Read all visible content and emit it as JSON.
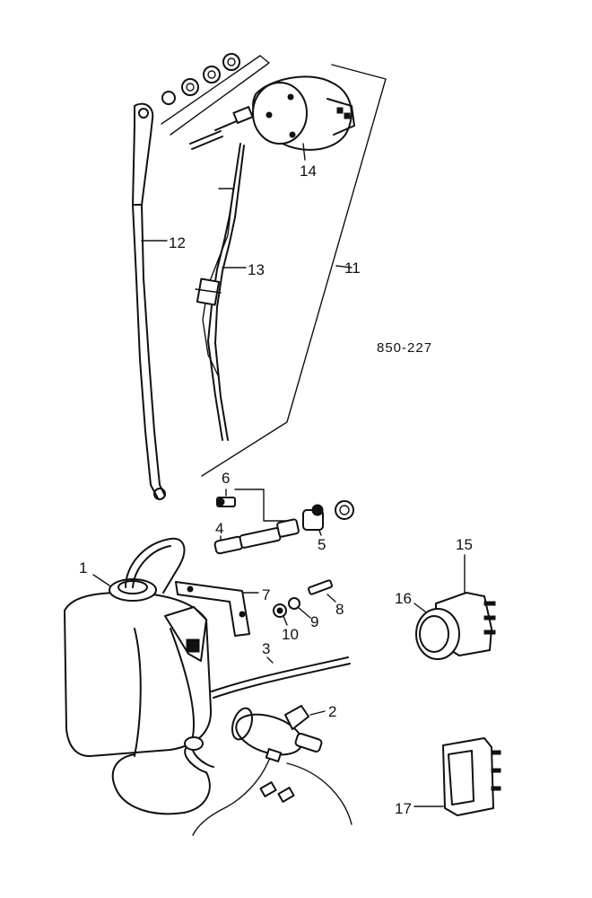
{
  "diagram": {
    "reference_code": "850-227",
    "callouts": {
      "c1": "1",
      "c2": "2",
      "c3": "3",
      "c4": "4",
      "c5": "5",
      "c6": "6",
      "c7": "7",
      "c8": "8",
      "c9": "9",
      "c10": "10",
      "c11": "11",
      "c12": "12",
      "c13": "13",
      "c14": "14",
      "c15": "15",
      "c16": "16",
      "c17": "17"
    }
  }
}
